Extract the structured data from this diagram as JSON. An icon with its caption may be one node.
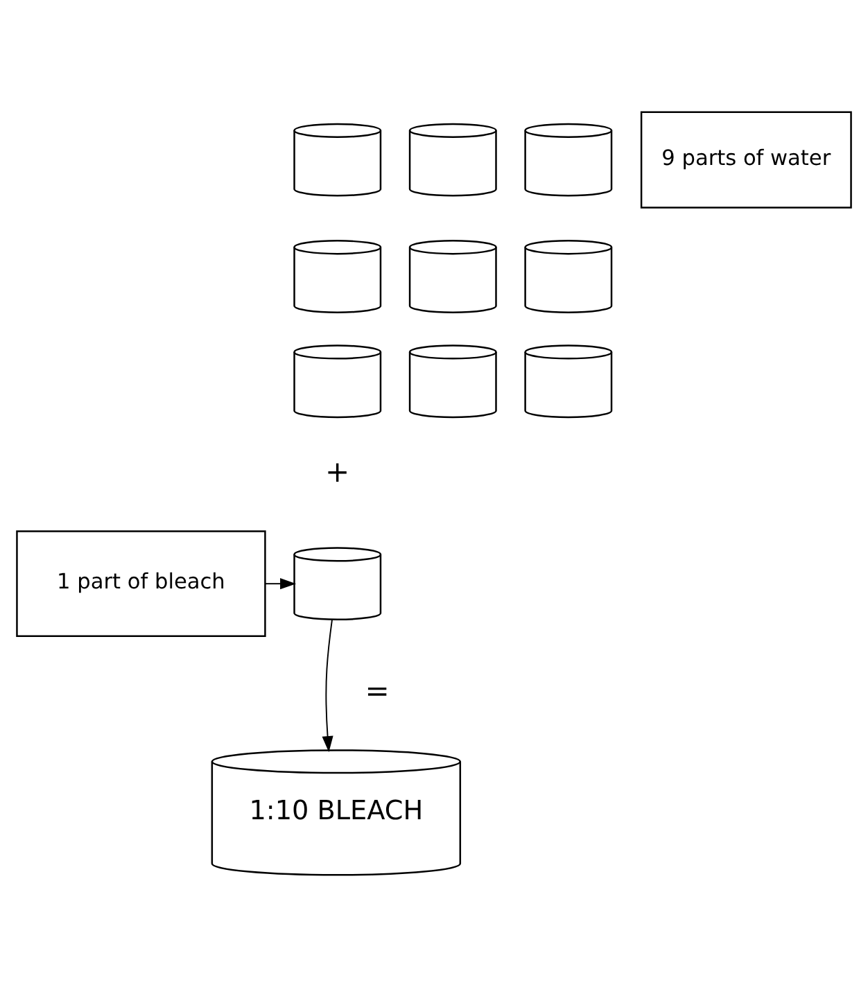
{
  "diagram": {
    "nodes": [
      {
        "text": [],
        "shape": "cylinder"
      },
      {
        "text": [],
        "shape": "cylinder"
      },
      {
        "text": [],
        "shape": "cylinder"
      },
      {
        "text": [
          "9 parts of water"
        ]
      },
      {
        "text": [],
        "shape": "cylinder"
      },
      {
        "text": [],
        "shape": "cylinder"
      },
      {
        "text": [],
        "shape": "cylinder"
      },
      {
        "text": [],
        "shape": "cylinder"
      },
      {
        "text": [],
        "shape": "cylinder"
      },
      {
        "text": [],
        "shape": "cylinder"
      },
      {
        "text": [],
        "shape": "cylinder"
      },
      {
        "text": [
          "1 part of bleach"
        ]
      },
      {
        "text": [
          "1:10 BLEACH"
        ]
      }
    ],
    "edges": [
      {
        "from": 11,
        "to": 10,
        "arrow": "to"
      },
      {
        "from": 10,
        "to": 12,
        "arrow": "to"
      }
    ],
    "labels": [
      "+",
      "="
    ]
  }
}
